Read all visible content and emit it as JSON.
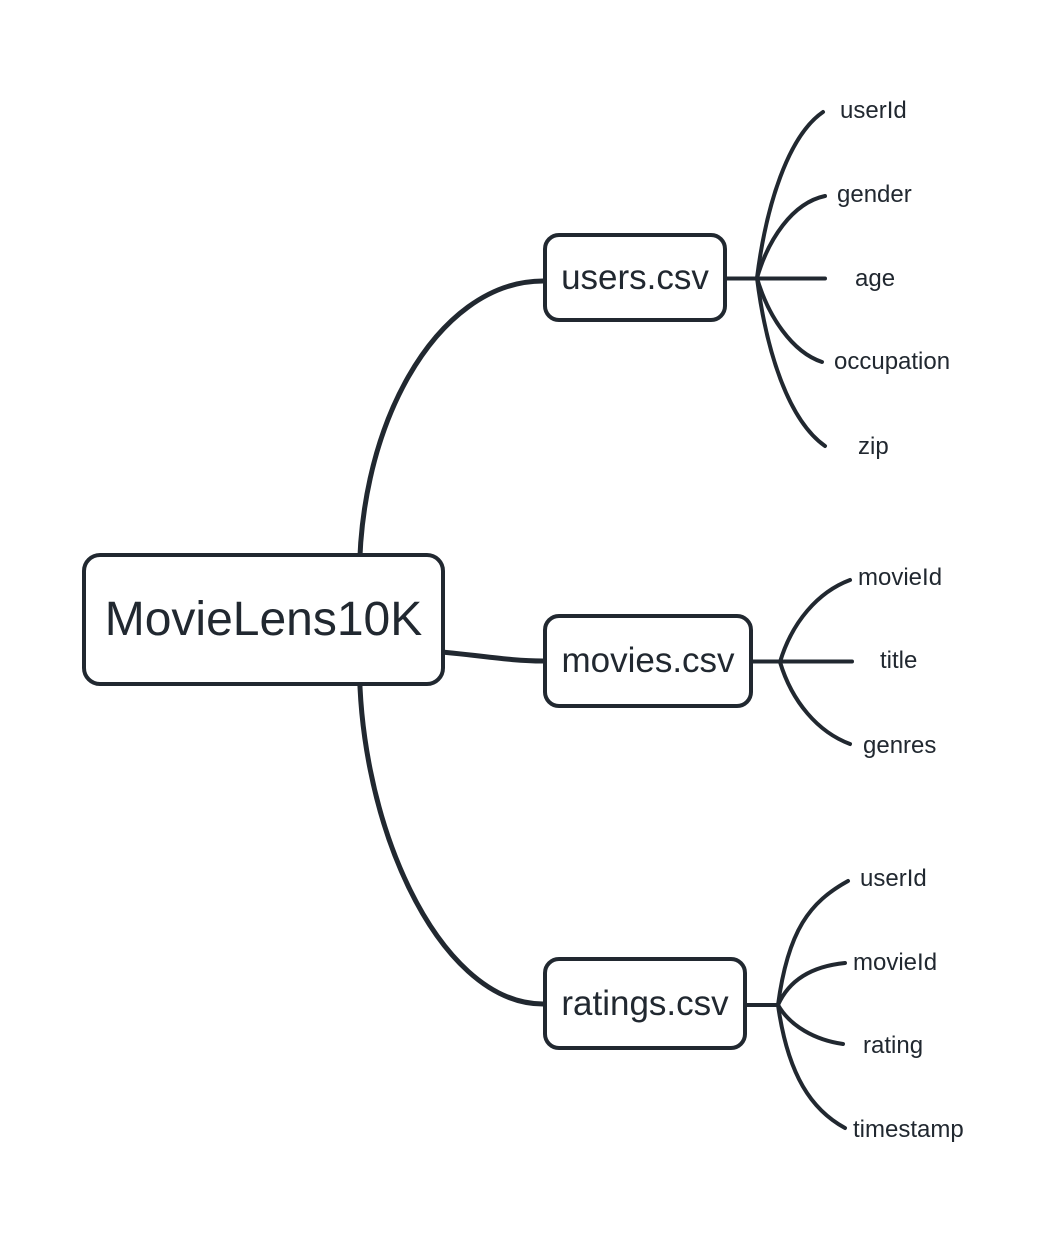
{
  "diagram": {
    "type": "mindmap",
    "root": {
      "label": "MovieLens10K"
    },
    "branches": [
      {
        "label": "users.csv",
        "fields": [
          "userId",
          "gender",
          "age",
          "occupation",
          "zip"
        ]
      },
      {
        "label": "movies.csv",
        "fields": [
          "movieId",
          "title",
          "genres"
        ]
      },
      {
        "label": "ratings.csv",
        "fields": [
          "userId",
          "movieId",
          "rating",
          "timestamp"
        ]
      }
    ],
    "colors": {
      "stroke": "#212830",
      "text": "#212830",
      "node_background": "#ffffff",
      "page_background": "#ffffff"
    }
  }
}
